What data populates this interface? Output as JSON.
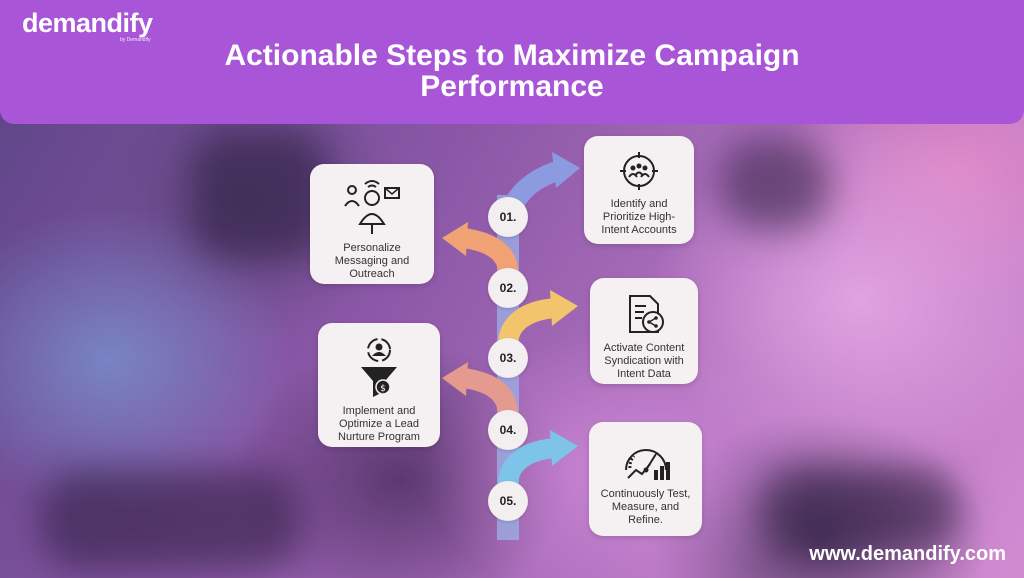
{
  "brand": {
    "name": "demandify",
    "sub": "by Demandify"
  },
  "title_line1": "Actionable Steps to Maximize Campaign",
  "title_line2": "Performance",
  "steps": [
    {
      "number": "01.",
      "label": "Identify and Prioritize High-Intent Accounts",
      "icon": "target-group-icon",
      "color": "#8c9be0"
    },
    {
      "number": "02.",
      "label": "Personalize Messaging and Outreach",
      "icon": "person-messaging-icon",
      "color": "#f0a274"
    },
    {
      "number": "03.",
      "label": "Activate Content Syndication with Intent Data",
      "icon": "document-share-icon",
      "color": "#f2c46c"
    },
    {
      "number": "04.",
      "label": "Implement and Optimize a Lead Nurture Program",
      "icon": "funnel-lead-icon",
      "color": "#e59a90"
    },
    {
      "number": "05.",
      "label": "Continuously Test, Measure, and Refine.",
      "icon": "gauge-chart-icon",
      "color": "#7ec4e8"
    }
  ],
  "website": "www.demandify.com"
}
